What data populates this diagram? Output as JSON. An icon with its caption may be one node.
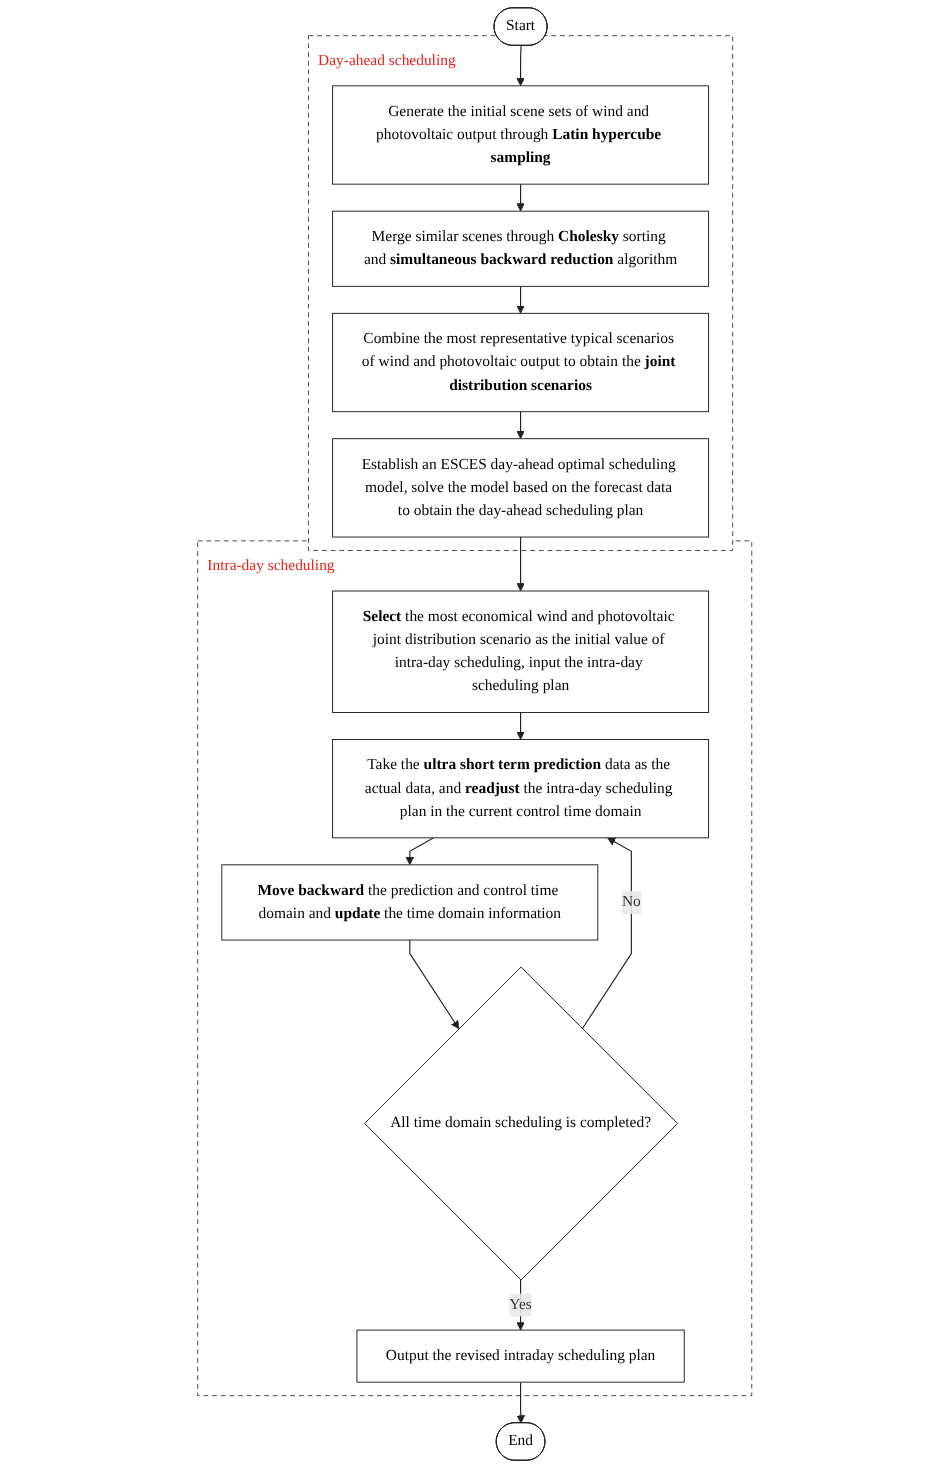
{
  "diagram": {
    "nodes": [
      {
        "text": [
          "Start"
        ]
      },
      {
        "text": [
          "Day-ahead scheduling"
        ]
      },
      {
        "text": [
          "Generate the initial scene sets of wind and photovoltaic output through **Latin hypercube sampling**"
        ],
        "in": 1
      },
      {
        "text": [
          "Merge similar scenes through **Cholesky** sorting and **simultaneous backward reduction** algorithm"
        ],
        "in": 1
      },
      {
        "text": [
          "Combine the most representative typical scenarios of wind and photovoltaic output to obtain the **joint distribution scenarios**"
        ],
        "in": 1
      },
      {
        "text": [
          "Establish an ESCES day-ahead optimal scheduling model, solve the model based on the forecast data to obtain the day-ahead scheduling plan"
        ],
        "in": 1
      },
      {
        "text": [
          "Intra-day scheduling"
        ]
      },
      {
        "text": [
          "**Select** the most economical wind and photovoltaic joint distribution scenario as the initial value of intra-day scheduling, input the intra-day scheduling plan"
        ],
        "in": 6
      },
      {
        "text": [
          "Take the **ultra short term prediction** data as the actual data, and **readjust** the intra-day scheduling plan in the current control time domain"
        ],
        "in": 6
      },
      {
        "text": [
          "**Move backward** the prediction and control time domain and **update** the time domain information"
        ],
        "in": 6
      },
      {
        "text": [
          "All time domain scheduling is completed?"
        ],
        "in": 6
      },
      {
        "text": [
          "Output the revised intraday scheduling plan"
        ],
        "in": 6
      },
      {
        "text": [
          "End"
        ]
      }
    ],
    "edges": [
      {
        "from": 0,
        "to": 2,
        "arrow": "to"
      },
      {
        "from": 2,
        "to": 3,
        "arrow": "to"
      },
      {
        "from": 3,
        "to": 4,
        "arrow": "to"
      },
      {
        "from": 4,
        "to": 5,
        "arrow": "to"
      },
      {
        "from": 5,
        "to": 7,
        "arrow": "to"
      },
      {
        "from": 7,
        "to": 8,
        "arrow": "to"
      },
      {
        "from": 8,
        "to": 9,
        "arrow": "to"
      },
      {
        "from": 9,
        "to": 10,
        "arrow": "to"
      },
      {
        "from": 10,
        "to": 8,
        "arrow": "to",
        "label": "No"
      },
      {
        "from": 10,
        "to": 11,
        "arrow": "to",
        "label": "Yes"
      },
      {
        "from": 11,
        "to": 12,
        "arrow": "to"
      }
    ]
  }
}
